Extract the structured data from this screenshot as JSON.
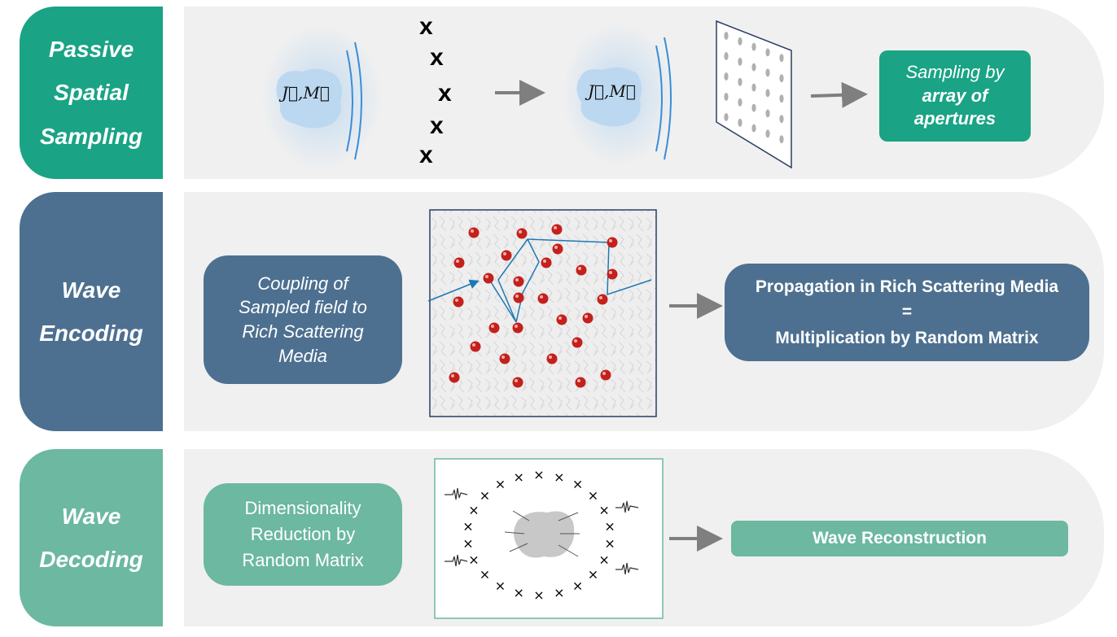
{
  "rows": [
    {
      "label": "Passive\nSpatial\nSampling",
      "color": "#1aa385"
    },
    {
      "label": "Wave\nEncoding",
      "color": "#4d7090"
    },
    {
      "label": "Wave\nDecoding",
      "color": "#6cb8a0"
    }
  ],
  "sampling": {
    "source_label": "J⃗,M⃗",
    "source_label_2": "J⃗,M⃗",
    "marker": "x",
    "box_line1": "Sampling by",
    "box_line2": "array of\napertures"
  },
  "encoding": {
    "coupling_box": "Coupling of\nSampled field to\nRich Scattering\nMedia",
    "result_line1": "Propagation in Rich Scattering Media",
    "result_line2": "=",
    "result_line3": "Multiplication by Random Matrix"
  },
  "decoding": {
    "reduction_box": "Dimensionality\nReduction by\nRandom Matrix",
    "result_box": "Wave Reconstruction",
    "marker": "×"
  },
  "colors": {
    "accent_teal": "#1aa385",
    "accent_blue": "#4d7090",
    "accent_green": "#6cb8a0",
    "scatterer": "#c4201c",
    "ray": "#1f78b4"
  }
}
